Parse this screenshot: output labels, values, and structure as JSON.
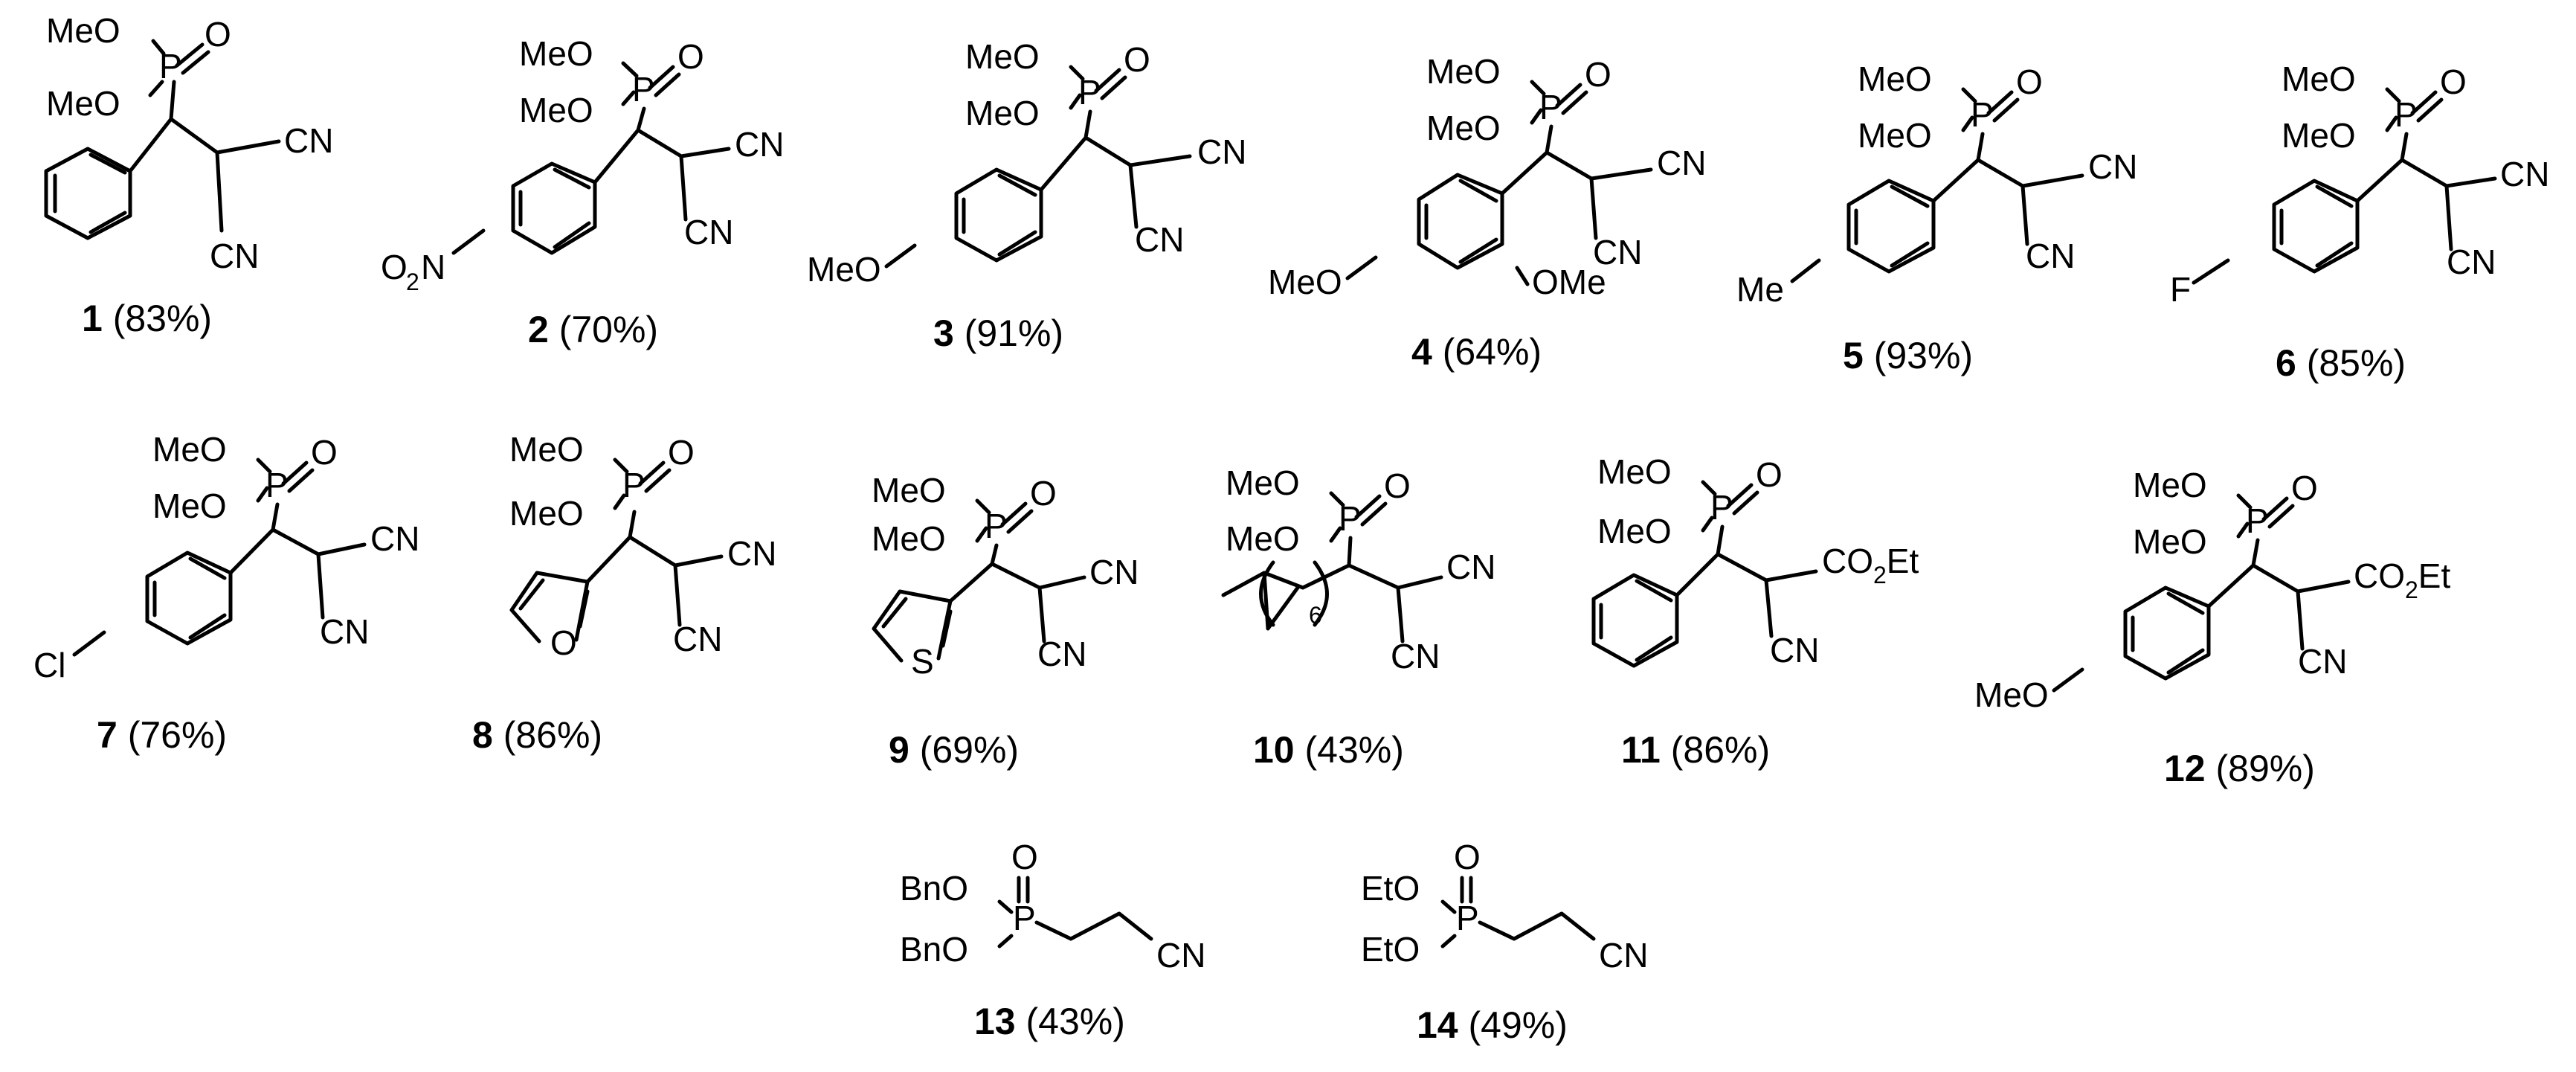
{
  "compounds": [
    {
      "id": "1",
      "number": "1",
      "yield": " (83%)"
    },
    {
      "id": "2",
      "number": "2",
      "yield": " (70%)"
    },
    {
      "id": "3",
      "number": "3",
      "yield": " (91%)"
    },
    {
      "id": "4",
      "number": "4",
      "yield": " (64%)"
    },
    {
      "id": "5",
      "number": "5",
      "yield": " (93%)"
    },
    {
      "id": "6",
      "number": "6",
      "yield": " (85%)"
    },
    {
      "id": "7",
      "number": "7",
      "yield": " (76%)"
    },
    {
      "id": "8",
      "number": "8",
      "yield": " (86%)"
    },
    {
      "id": "9",
      "number": "9",
      "yield": " (69%)"
    },
    {
      "id": "10",
      "number": "10",
      "yield": " (43%)"
    },
    {
      "id": "11",
      "number": "11",
      "yield": " (86%)"
    },
    {
      "id": "12",
      "number": "12",
      "yield": " (89%)"
    },
    {
      "id": "13",
      "number": "13",
      "yield": " (43%)"
    },
    {
      "id": "14",
      "number": "14",
      "yield": " (49%)"
    }
  ],
  "labels": {
    "meo": "MeO",
    "p": "P",
    "o": "O",
    "cn": "CN",
    "o2": "O",
    "two": "2",
    "n": "N",
    "me": "Me",
    "ome": "OMe",
    "f": "F",
    "cl": "Cl",
    "s": "S",
    "six": "6",
    "co2": "CO",
    "et": "Et",
    "bno": "BnO",
    "eto": "EtO"
  }
}
